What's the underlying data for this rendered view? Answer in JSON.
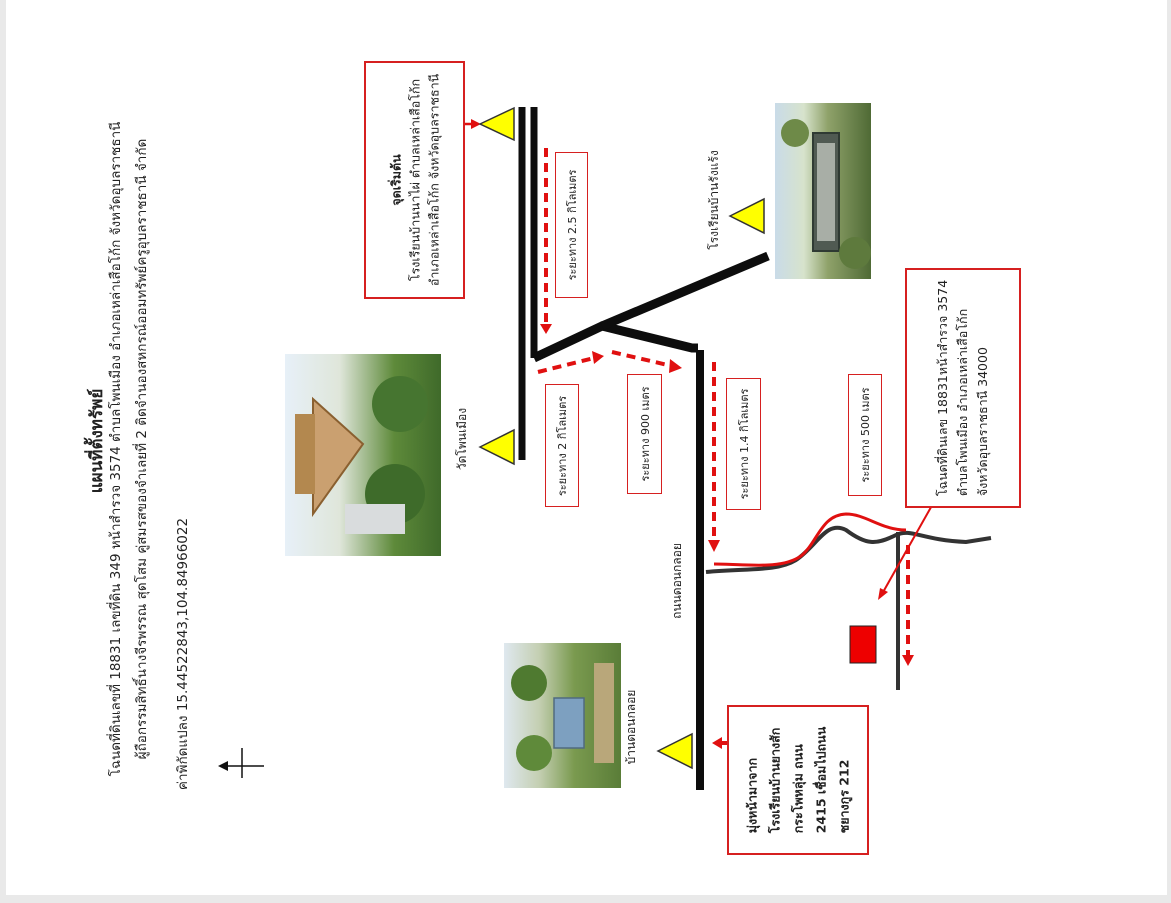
{
  "document": {
    "title": "แผนที่ตั้งทรัพย์",
    "info_line_1": "โฉนดที่ดินเลขที่ 18831 เลขที่ดิน 349 หน้าสำรวจ 3574 ตำบลโพนเมือง อำเภอเหล่าเสือโก้ก จังหวัดอุบลราชธานี",
    "info_line_2": "ผู้ถือกรรมสิทธิ์นางจีรพรรณ สุดโสม คู่สมรสของจำเลยที่ 2  ติดจำนองสหกรณ์ออมทรัพย์ครูอุบลราชธานี จำกัด",
    "info_line_3": "ค่าพิกัดแปลง 15.44522843,104.84966022"
  },
  "map": {
    "start_box": {
      "title": "จุดเริ่มต้น",
      "line1": "โรงเรียนบ้านนาไผ่ ตำบลเหล่าเสือโก้ก",
      "line2": "อำเภอเหล่าเสือโก้ก จังหวัดอุบลราชธานี"
    },
    "distance_labels": {
      "d1": "ระยะทาง 2.5 กิโลเมตร",
      "d2": "ระยะทาง 2 กิโลเมตร",
      "d3": "ระยะทาง 900 เมตร",
      "d4": "ระยะทาง 1.4 กิโลเมตร",
      "d5": "ระยะทาง 500 เมตร"
    },
    "landmarks": {
      "school": "โรงเรียนบ้านรังแร้ง",
      "temple": "วัดโพนเมือง",
      "village": "บ้านดอนกลอย",
      "road": "ถนนดอนกลอย"
    },
    "property_box": {
      "line1": "โฉนดที่ดินเลข 18831หน้าสำรวจ 3574",
      "line2": "ตำบลโพนเมือง อำเภอเหล่าเสือโก้ก",
      "line3": "จังหวัดอุบลราชธานี  34000"
    },
    "direction_box": {
      "line1": "มุ่งหน้ามาจาก",
      "line2": "โรงเรียนบ้านยางสัก",
      "line3": "กระโพหลุ่ม ถนน",
      "line4": "2415 เชื่อมไปถนน",
      "line5": "ชยางกูร 212"
    },
    "colors": {
      "road": "#0d0d0d",
      "route": "#e01010",
      "marker": "#ffff00",
      "property": "#ee0000"
    }
  }
}
